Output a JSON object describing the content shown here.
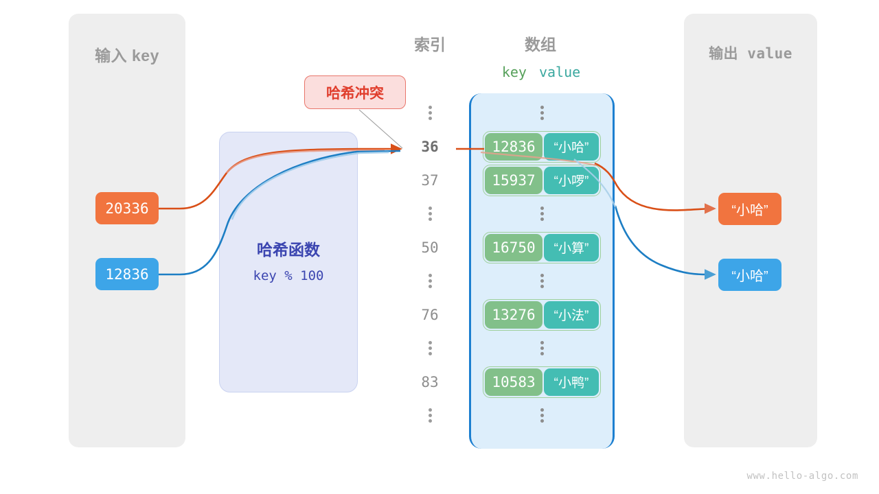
{
  "watermark": "www.hello-algo.com",
  "input_panel": {
    "title": "输入 key",
    "keys": [
      "20336",
      "12836"
    ]
  },
  "output_panel": {
    "title": "输出 value",
    "values": [
      "“小哈”",
      "“小哈”"
    ]
  },
  "headers": {
    "index": "索引",
    "array": "数组",
    "key": "key",
    "value": "value"
  },
  "hash_function": {
    "title": "哈希函数",
    "formula": "key % 100"
  },
  "collision": {
    "label": "哈希冲突"
  },
  "index_column": [
    {
      "label": "⋮",
      "dots": true,
      "highlight": false
    },
    {
      "label": "36",
      "dots": false,
      "highlight": true
    },
    {
      "label": "37",
      "dots": false,
      "highlight": false
    },
    {
      "label": "⋮",
      "dots": true,
      "highlight": false
    },
    {
      "label": "50",
      "dots": false,
      "highlight": false
    },
    {
      "label": "⋮",
      "dots": true,
      "highlight": false
    },
    {
      "label": "76",
      "dots": false,
      "highlight": false
    },
    {
      "label": "⋮",
      "dots": true,
      "highlight": false
    },
    {
      "label": "83",
      "dots": false,
      "highlight": false
    },
    {
      "label": "⋮",
      "dots": true,
      "highlight": false
    }
  ],
  "array_rows": [
    {
      "dots": true
    },
    {
      "dots": false,
      "key": "12836",
      "value": "“小哈”"
    },
    {
      "dots": false,
      "key": "15937",
      "value": "“小啰”"
    },
    {
      "dots": true
    },
    {
      "dots": false,
      "key": "16750",
      "value": "“小算”"
    },
    {
      "dots": true
    },
    {
      "dots": false,
      "key": "13276",
      "value": "“小法”"
    },
    {
      "dots": true
    },
    {
      "dots": false,
      "key": "10583",
      "value": "“小鸭”"
    },
    {
      "dots": true
    }
  ],
  "colors": {
    "orange": "#f1743f",
    "blue": "#3da5e8",
    "green_key": "#82c08a",
    "teal_value": "#44bdb3",
    "array_fill": "#ddeefb",
    "array_border": "#1c7fd0",
    "hash_fill": "#e4e8f8",
    "hash_text": "#3b45b0",
    "collision_fill": "#fbdedd",
    "collision_border": "#e8756a",
    "collision_text": "#e03e2d",
    "panel_fill": "#eeeeee",
    "panel_text": "#9a9a9a",
    "arrow_orange": "#d94f17",
    "arrow_blue": "#1d7ec4"
  }
}
